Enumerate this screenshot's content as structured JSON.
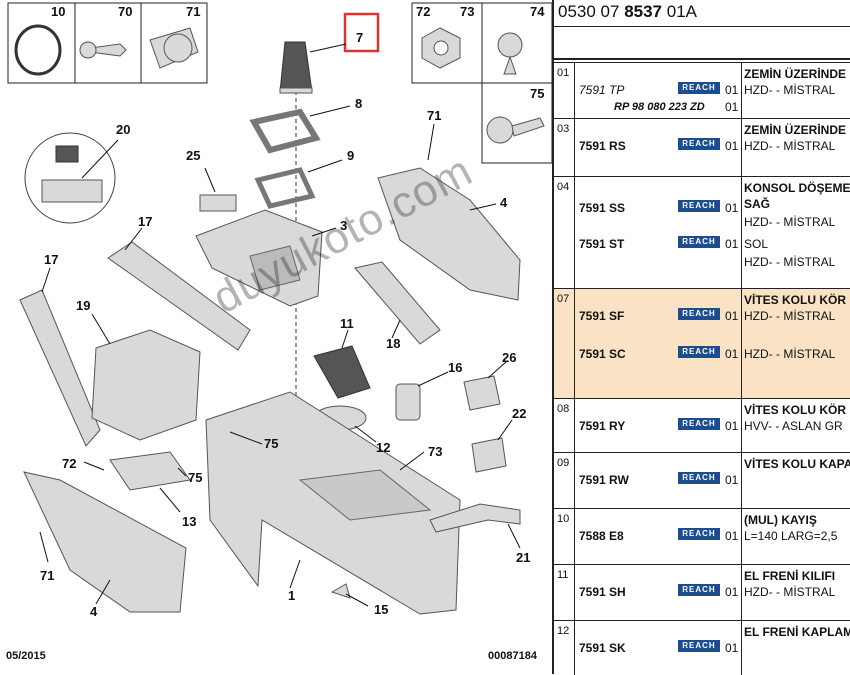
{
  "diagram": {
    "labels": {
      "n7": "7",
      "n8": "8",
      "n9": "9",
      "n3": "3",
      "n4": "4",
      "n1": "1",
      "n10": "10",
      "n70": "70",
      "n71a": "71",
      "n71b": "71",
      "n71c": "71",
      "n72a": "72",
      "n72b": "72",
      "n73a": "73",
      "n73b": "73",
      "n74": "74",
      "n75a": "75",
      "n75b": "75",
      "n75c": "75",
      "n20": "20",
      "n25": "25",
      "n17a": "17",
      "n17b": "17",
      "n19": "19",
      "n11": "11",
      "n18": "18",
      "n16": "16",
      "n26": "26",
      "n22": "22",
      "n12": "12",
      "n13": "13",
      "n21": "21",
      "n15": "15"
    },
    "footer_left": "05/2015",
    "footer_right": "00087184",
    "watermark": "duyukoto.com"
  },
  "catalog": {
    "ref_prefix": "0530 07 ",
    "ref_bold": "8537",
    "ref_suffix": " 01A",
    "reach_label": "REACH",
    "rows": [
      {
        "num": "01",
        "code": "7591 TP",
        "italic": true,
        "qty": "01",
        "desc1": "ZEMİN ÜZERİNDE",
        "desc2": "HZD- - MİSTRAL",
        "extra": "RP 98 080 223 ZD",
        "extra_qty": "01"
      },
      {
        "num": "03",
        "code": "7591 RS",
        "qty": "01",
        "desc1": "ZEMİN ÜZERİNDE",
        "desc2": "HZD- - MİSTRAL"
      },
      {
        "num": "04",
        "code": "7591 SS",
        "qty": "01",
        "desc1": "KONSOL DÖŞEME",
        "desc2": "SAĞ",
        "desc3": "HZD- - MİSTRAL",
        "code2": "7591 ST",
        "qty2": "01",
        "desc4": "SOL",
        "desc5": "HZD- - MİSTRAL"
      },
      {
        "num": "07",
        "code": "7591 SF",
        "qty": "01",
        "desc1": "VİTES KOLU KÖR",
        "desc2": "HZD- - MİSTRAL",
        "code2": "7591 SC",
        "qty2": "01",
        "desc3": "HZD- - MİSTRAL"
      },
      {
        "num": "08",
        "code": "7591 RY",
        "qty": "01",
        "desc1": "VİTES KOLU KÖR",
        "desc2": "HVV- - ASLAN GR"
      },
      {
        "num": "09",
        "code": "7591 RW",
        "qty": "01",
        "desc1": "VİTES KOLU KAPA"
      },
      {
        "num": "10",
        "code": "7588 E8",
        "qty": "01",
        "desc1": "(MUL) KAYIŞ",
        "desc2": "L=140 LARG=2,5"
      },
      {
        "num": "11",
        "code": "7591 SH",
        "qty": "01",
        "desc1": "EL FRENİ KILIFI",
        "desc2": "HZD- - MİSTRAL"
      },
      {
        "num": "12",
        "code": "7591 SK",
        "qty": "01",
        "desc1": "EL FRENİ KAPLAM"
      }
    ]
  }
}
